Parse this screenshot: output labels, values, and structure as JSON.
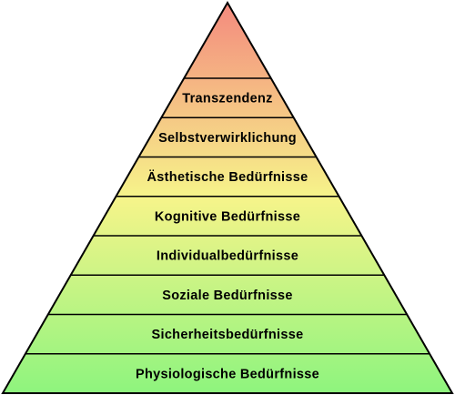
{
  "diagram": {
    "levels": [
      {
        "label": "Transzendenz"
      },
      {
        "label": "Selbstverwirklichung"
      },
      {
        "label": "Ästhetische Bedürfnisse"
      },
      {
        "label": "Kognitive Bedürfnisse"
      },
      {
        "label": "Individualbedürfnisse"
      },
      {
        "label": "Soziale Bedürfnisse"
      },
      {
        "label": "Sicherheitsbedürfnisse"
      },
      {
        "label": "Physiologische Bedürfnisse"
      }
    ],
    "colors": {
      "apex": "#f48a7e",
      "mid": "#f6f48a",
      "base": "#8ef47e",
      "stroke": "#000000"
    }
  }
}
